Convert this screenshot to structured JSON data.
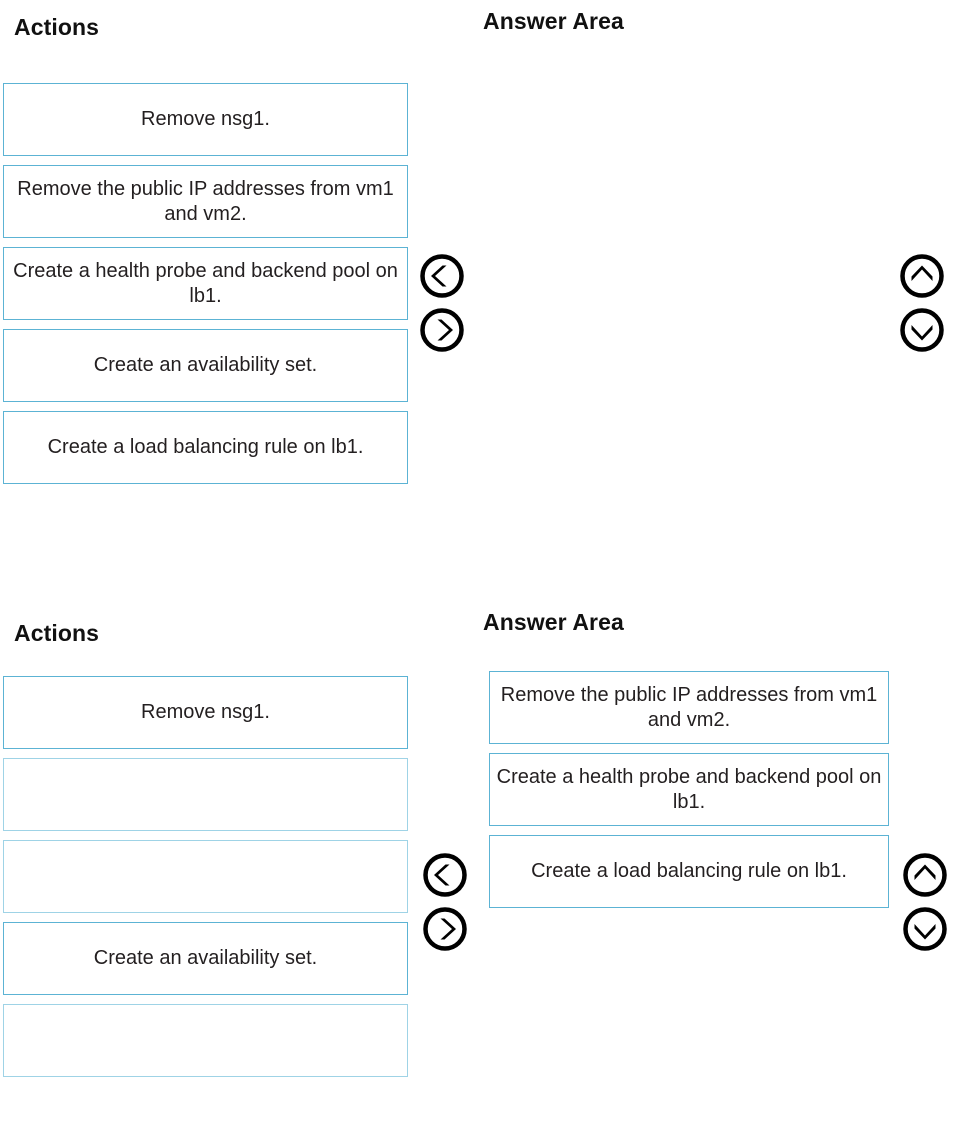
{
  "panels": [
    {
      "actions_heading": "Actions",
      "answer_heading": "Answer Area",
      "actions": [
        {
          "text": "Remove nsg1."
        },
        {
          "text": "Remove the public IP addresses from vm1 and vm2."
        },
        {
          "text": "Create a health probe and backend pool on lb1."
        },
        {
          "text": "Create an availability set."
        },
        {
          "text": "Create a load balancing rule on lb1."
        }
      ],
      "answers": [],
      "controls": {
        "move_left": "move-left",
        "move_right": "move-right",
        "move_up": "move-up",
        "move_down": "move-down"
      }
    },
    {
      "actions_heading": "Actions",
      "answer_heading": "Answer Area",
      "actions": [
        {
          "text": "Remove nsg1."
        },
        {
          "text": ""
        },
        {
          "text": ""
        },
        {
          "text": "Create an availability set."
        },
        {
          "text": ""
        }
      ],
      "answers": [
        {
          "text": "Remove the public IP addresses from vm1 and vm2."
        },
        {
          "text": "Create a health probe and backend pool on lb1."
        },
        {
          "text": "Create a load balancing rule on lb1."
        }
      ],
      "controls": {
        "move_left": "move-left",
        "move_right": "move-right",
        "move_up": "move-up",
        "move_down": "move-down"
      }
    }
  ],
  "colors": {
    "box_border": "#5cb3d4",
    "box_border_faint": "#9fd3e6",
    "text": "#231f20",
    "heading": "#111111",
    "background": "#ffffff",
    "icon": "#000000"
  }
}
